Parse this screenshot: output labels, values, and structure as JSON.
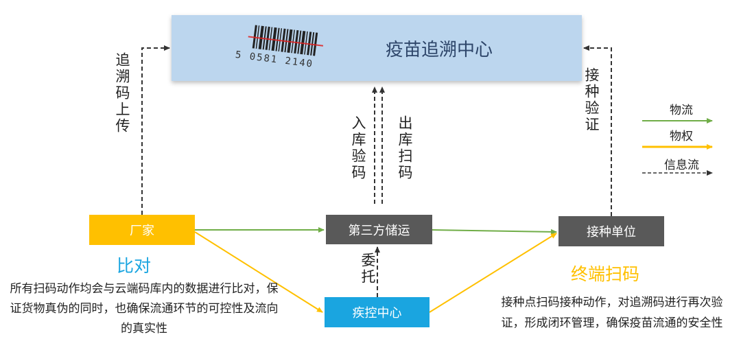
{
  "title": "疫苗追溯中心",
  "barcode": {
    "digits": "5 0581 2140"
  },
  "nodes": {
    "factory": "厂家",
    "storage": "第三方储运",
    "clinic": "接种单位",
    "cdc": "疾控中心"
  },
  "edge_labels": {
    "upload": "追溯码上传",
    "in_check": "入库验码",
    "out_scan": "出库扫码",
    "verify": "接种验证",
    "entrust": "委托"
  },
  "compare": {
    "heading": "比对",
    "desc": "所有扫码动作均会与云端码库内的数据进行比对，保证货物真伪的同时，也确保流通环节的可控性及流向的真实性"
  },
  "terminal_scan": {
    "heading": "终端扫码",
    "desc": "接种点扫码接种动作，对追溯码进行再次验证，形成闭环管理，确保疫苗流通的安全性"
  },
  "legend": [
    {
      "label": "物流",
      "color": "#70ad47",
      "style": "solid"
    },
    {
      "label": "物权",
      "color": "#ffc000",
      "style": "solid"
    },
    {
      "label": "信息流",
      "color": "#333333",
      "style": "dashed"
    }
  ],
  "colors": {
    "logistics": "#70ad47",
    "ownership": "#ffc000",
    "info": "#333333",
    "title_box": "#bcd6ee",
    "factory": "#ffc000",
    "node_gray": "#595959",
    "cdc": "#1aa5e0"
  }
}
